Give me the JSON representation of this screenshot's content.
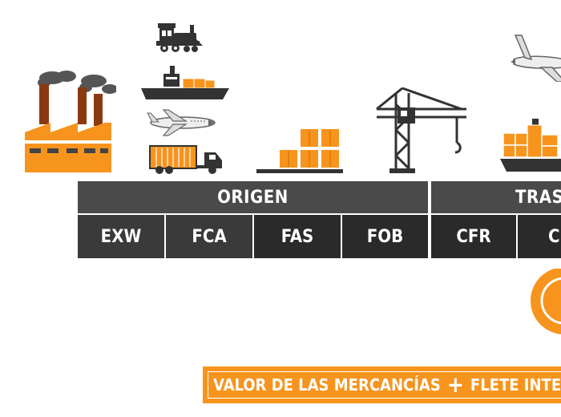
{
  "bars": {
    "origen": "ORIGEN",
    "traslado": "TRASLA"
  },
  "terms": [
    "EXW",
    "FCA",
    "FAS",
    "FOB",
    "CFR",
    "C"
  ],
  "value_box": {
    "left_text": "VALOR DE LAS MERCANCÍAS",
    "plus": "+",
    "right_text": "FLETE INTERNACION"
  },
  "colors": {
    "orange": "#f7941d",
    "dark_gray": "#4a4a4a",
    "black_cell": "#2a2a2a"
  },
  "icons": [
    "factory-icon",
    "train-icon",
    "ship-icon",
    "airplane-icon",
    "truck-icon",
    "pallet-boxes-icon",
    "crane-icon",
    "container-ship-icon",
    "airplane-large-icon",
    "orange-circle-icon"
  ]
}
